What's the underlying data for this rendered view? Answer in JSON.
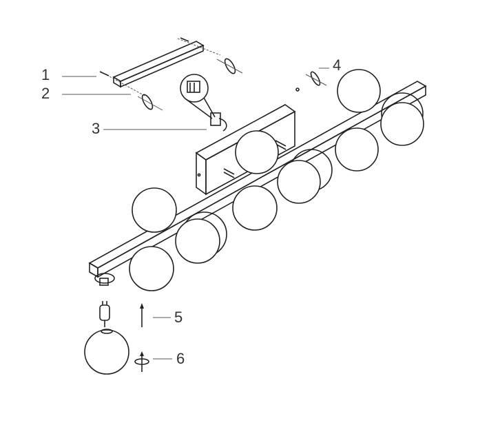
{
  "callouts": [
    {
      "id": "1",
      "label": "1"
    },
    {
      "id": "2",
      "label": "2"
    },
    {
      "id": "3",
      "label": "3"
    },
    {
      "id": "4",
      "label": "4"
    },
    {
      "id": "5",
      "label": "5"
    },
    {
      "id": "6",
      "label": "6"
    }
  ],
  "colors": {
    "line": "#222222",
    "background": "#ffffff",
    "text": "#333333"
  }
}
